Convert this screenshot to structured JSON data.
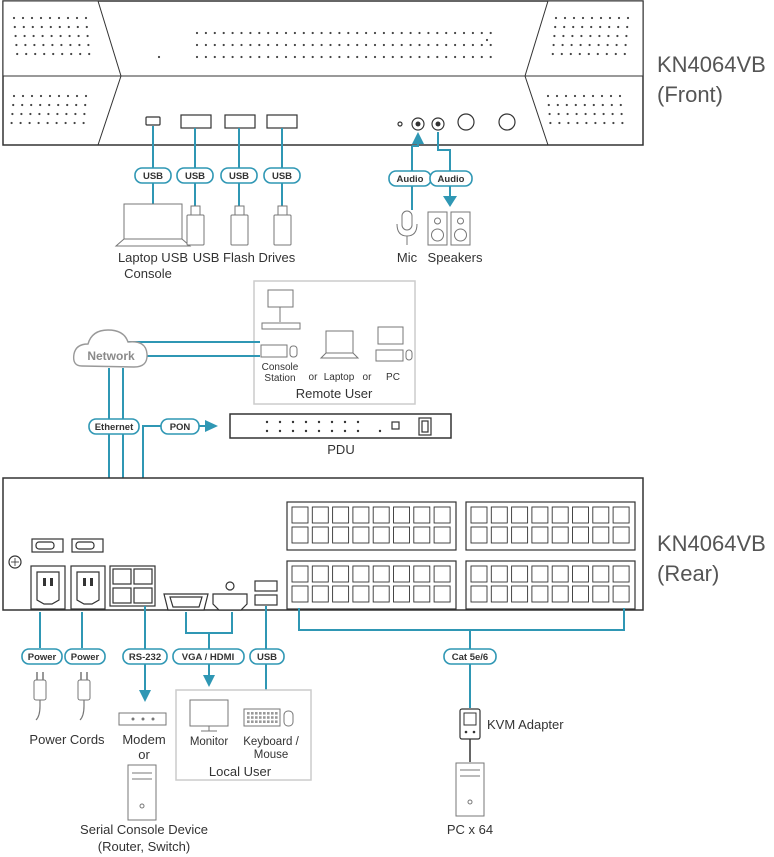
{
  "front": {
    "title_line1": "KN4064VB",
    "title_line2": "(Front)"
  },
  "rear": {
    "title_line1": "KN4064VB",
    "title_line2": "(Rear)"
  },
  "badges": {
    "usb": "USB",
    "audio": "Audio",
    "ethernet": "Ethernet",
    "pon": "PON",
    "power": "Power",
    "rs232": "RS-232",
    "vga_hdmi": "VGA / HDMI",
    "cat5": "Cat 5e/6"
  },
  "devices": {
    "laptop_usb_line1": "Laptop USB",
    "laptop_usb_line2": "Console",
    "usb_flash": "USB Flash Drives",
    "mic": "Mic",
    "speakers": "Speakers",
    "network": "Network",
    "console_station_line1": "Console",
    "console_station_line2": "Station",
    "or1": "or",
    "laptop": "Laptop",
    "or2": "or",
    "pc": "PC",
    "remote_user": "Remote User",
    "pdu": "PDU",
    "power_cords": "Power Cords",
    "modem_line1": "Modem",
    "modem_line2": "or",
    "monitor": "Monitor",
    "keyboard_line1": "Keyboard /",
    "keyboard_line2": "Mouse",
    "local_user": "Local User",
    "kvm_adapter": "KVM Adapter",
    "serial_line1": "Serial Console Device",
    "serial_line2": "(Router, Switch)",
    "pc_x64": "PC x 64"
  },
  "colors": {
    "cable": "#2f97b4",
    "outline": "#333333",
    "label": "#333333"
  }
}
